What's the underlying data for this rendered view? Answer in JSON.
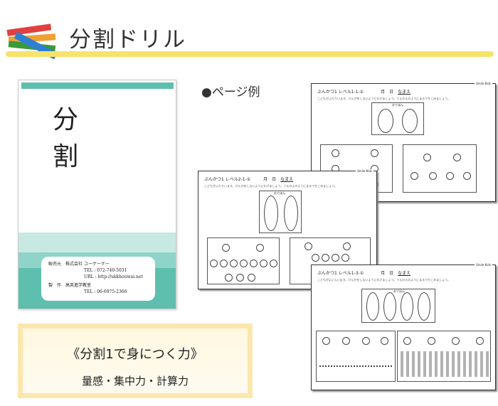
{
  "header": {
    "title": "分割ドリル"
  },
  "cover": {
    "title": "分　割",
    "publisher_label": "販売元",
    "publisher": "株式会社 ユーケーケー",
    "publisher_tel": "TEL : 072-740-5031",
    "publisher_url": "URL : http://ukkhouwai.net",
    "producer_label": "製　作",
    "producer": "高英進学教室",
    "producer_tel": "TEL : 06-6975-2366"
  },
  "example": {
    "label": "●ページ例"
  },
  "worksheets": [
    {
      "title": "ぶんかつ1",
      "level": "レベル1-1-①",
      "date": "月　日",
      "name": "なまえ",
      "instruction": "こどもがふたりいます。けんかをしないようにわけましょう。うえのえのようにまるでかこみましょう。",
      "sample": "おてほん",
      "brand": "Smile Kids"
    },
    {
      "title": "ぶんかつ1",
      "level": "レベル2-1-①",
      "date": "月　日",
      "name": "なまえ",
      "instruction": "こどもがふたりいます。けんかをしないようにわけましょう。うえのえのようにまるでかこみましょう。",
      "sample": "おてほん",
      "brand": "Smile Kids"
    },
    {
      "title": "ぶんかつ1",
      "level": "レベル1-3-①",
      "date": "月　日",
      "name": "なまえ",
      "instruction": "こどもがよにんいます。けんかをしないようにわけましょう。うえのえのようにまるでかこみましょう。",
      "sample": "おてほん",
      "brand": "Smile Kids"
    }
  ],
  "skills": {
    "heading": "《分割1で身につく力》",
    "items": "量感・集中力・計算力"
  }
}
